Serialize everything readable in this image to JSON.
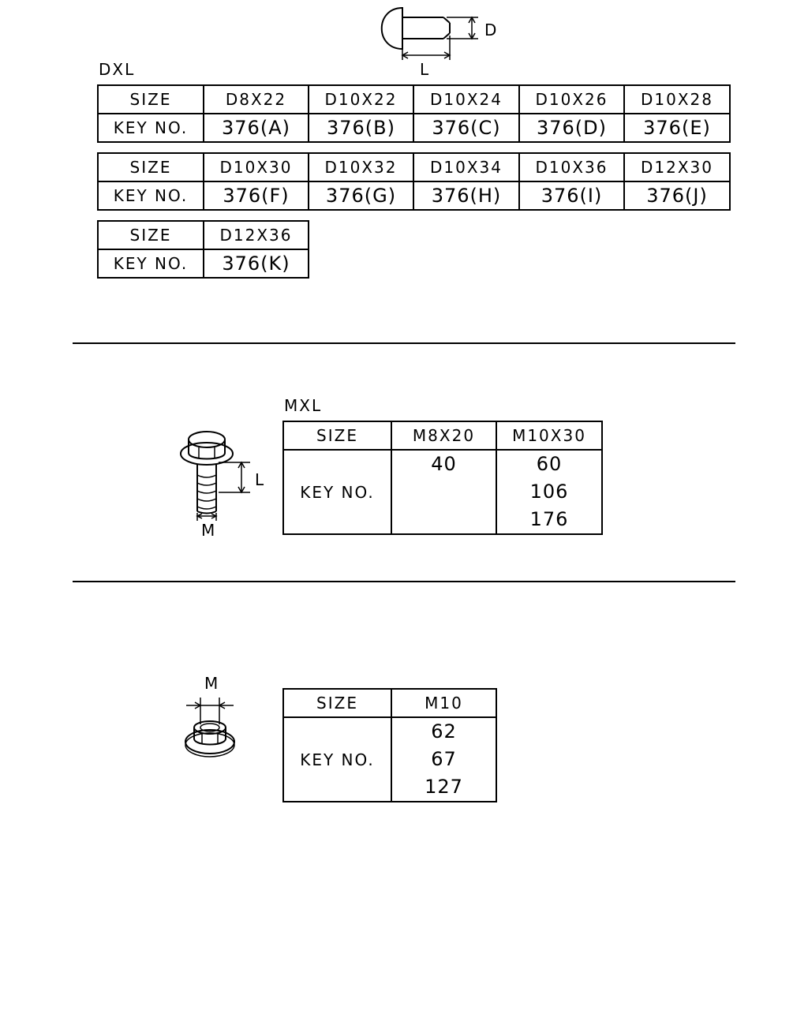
{
  "rivet_section": {
    "formula_label": "DXL",
    "dim_d": "D",
    "dim_l": "L",
    "row_labels": {
      "size": "SIZE",
      "key": "KEY NO."
    },
    "table1": {
      "sizes": [
        "D8X22",
        "D10X22",
        "D10X24",
        "D10X26",
        "D10X28"
      ],
      "keys": [
        "376(A)",
        "376(B)",
        "376(C)",
        "376(D)",
        "376(E)"
      ]
    },
    "table2": {
      "sizes": [
        "D10X30",
        "D10X32",
        "D10X34",
        "D10X36",
        "D12X30"
      ],
      "keys": [
        "376(F)",
        "376(G)",
        "376(H)",
        "376(I)",
        "376(J)"
      ]
    },
    "table3": {
      "sizes": [
        "D12X36"
      ],
      "keys": [
        "376(K)"
      ]
    }
  },
  "bolt_section": {
    "formula_label": "MXL",
    "dim_l": "L",
    "dim_m": "M",
    "row_labels": {
      "size": "SIZE",
      "key": "KEY NO."
    },
    "sizes": [
      "M8X20",
      "M10X30"
    ],
    "keys_col1": [
      "40"
    ],
    "keys_col2": [
      "60",
      "106",
      "176"
    ]
  },
  "nut_section": {
    "dim_m": "M",
    "row_labels": {
      "size": "SIZE",
      "key": "KEY NO."
    },
    "sizes": [
      "M10"
    ],
    "keys_col1": [
      "62",
      "67",
      "127"
    ]
  }
}
